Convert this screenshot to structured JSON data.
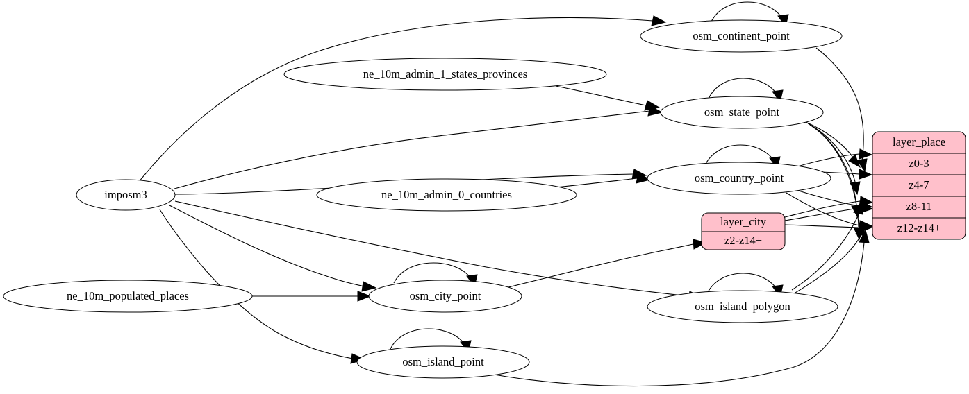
{
  "diagram": {
    "title": "imposm3 place layer data flow",
    "background_color": "#ffffff",
    "node_fill_default": "#ffffff",
    "record_fill": "#ffc0cb",
    "stroke_color": "#000000"
  },
  "nodes": {
    "imposm3": {
      "label": "imposm3",
      "shape": "ellipse"
    },
    "ne_states": {
      "label": "ne_10m_admin_1_states_provinces",
      "shape": "ellipse"
    },
    "ne_countries": {
      "label": "ne_10m_admin_0_countries",
      "shape": "ellipse"
    },
    "ne_populated": {
      "label": "ne_10m_populated_places",
      "shape": "ellipse"
    },
    "osm_continent_point": {
      "label": "osm_continent_point",
      "shape": "ellipse"
    },
    "osm_state_point": {
      "label": "osm_state_point",
      "shape": "ellipse"
    },
    "osm_country_point": {
      "label": "osm_country_point",
      "shape": "ellipse"
    },
    "osm_city_point": {
      "label": "osm_city_point",
      "shape": "ellipse"
    },
    "osm_island_polygon": {
      "label": "osm_island_polygon",
      "shape": "ellipse"
    },
    "osm_island_point": {
      "label": "osm_island_point",
      "shape": "ellipse"
    }
  },
  "records": {
    "layer_place": {
      "title": "layer_place",
      "fill": "#ffc0cb",
      "rows": [
        "z0-3",
        "z4-7",
        "z8-11",
        "z12-z14+"
      ]
    },
    "layer_city": {
      "title": "layer_city",
      "fill": "#ffc0cb",
      "rows": [
        "z2-z14+"
      ]
    }
  },
  "edges": [
    {
      "from": "imposm3",
      "to": "osm_continent_point"
    },
    {
      "from": "imposm3",
      "to": "osm_state_point"
    },
    {
      "from": "imposm3",
      "to": "osm_country_point"
    },
    {
      "from": "imposm3",
      "to": "osm_city_point"
    },
    {
      "from": "imposm3",
      "to": "osm_island_point"
    },
    {
      "from": "imposm3",
      "to": "osm_island_polygon"
    },
    {
      "from": "ne_states",
      "to": "osm_state_point"
    },
    {
      "from": "ne_countries",
      "to": "osm_country_point"
    },
    {
      "from": "ne_populated",
      "to": "osm_city_point"
    },
    {
      "from": "osm_continent_point",
      "to": "osm_continent_point"
    },
    {
      "from": "osm_state_point",
      "to": "osm_state_point"
    },
    {
      "from": "osm_country_point",
      "to": "osm_country_point"
    },
    {
      "from": "osm_city_point",
      "to": "osm_city_point"
    },
    {
      "from": "osm_island_polygon",
      "to": "osm_island_polygon"
    },
    {
      "from": "osm_island_point",
      "to": "osm_island_point"
    },
    {
      "from": "osm_continent_point",
      "to": "layer_place.z0-3"
    },
    {
      "from": "osm_state_point",
      "to": "layer_place.z0-3"
    },
    {
      "from": "osm_state_point",
      "to": "layer_place.z4-7"
    },
    {
      "from": "osm_state_point",
      "to": "layer_place.z8-11"
    },
    {
      "from": "osm_state_point",
      "to": "layer_place.z12-z14+"
    },
    {
      "from": "osm_country_point",
      "to": "layer_place.z4-7"
    },
    {
      "from": "osm_country_point",
      "to": "layer_place.z8-11"
    },
    {
      "from": "osm_country_point",
      "to": "layer_place.z12-z14+"
    },
    {
      "from": "osm_city_point",
      "to": "layer_city.z2-z14+"
    },
    {
      "from": "layer_city",
      "to": "layer_place.z8-11"
    },
    {
      "from": "layer_city",
      "to": "layer_place.z12-z14+"
    },
    {
      "from": "osm_island_polygon",
      "to": "layer_place.z8-11"
    },
    {
      "from": "osm_island_polygon",
      "to": "layer_place.z12-z14+"
    },
    {
      "from": "osm_island_point",
      "to": "layer_place.z12-z14+"
    }
  ]
}
